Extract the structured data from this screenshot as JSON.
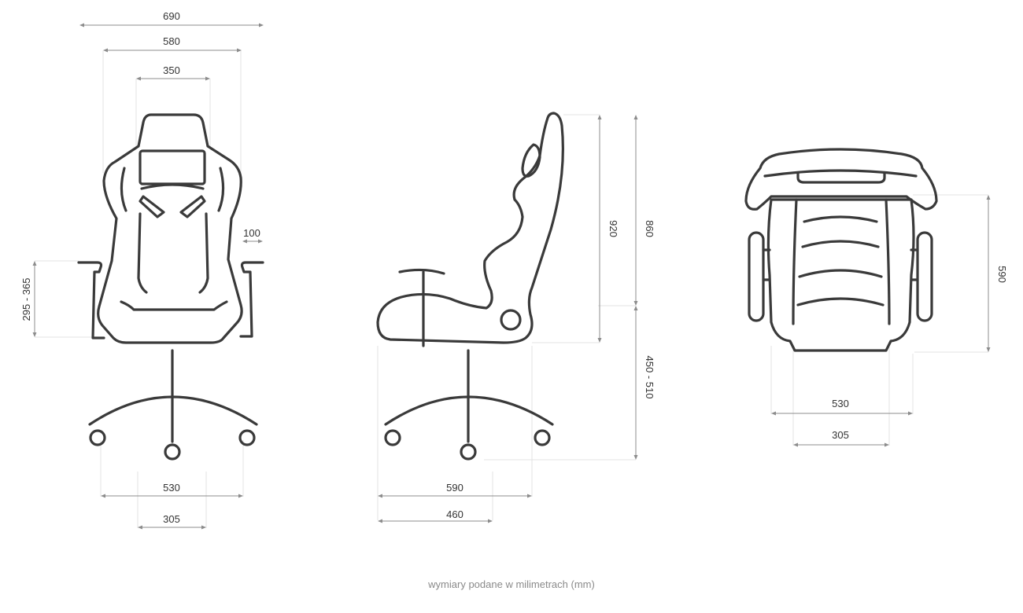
{
  "front_view": {
    "width_overall": "690",
    "width_seat": "580",
    "width_headrest": "350",
    "armrest_width": "100",
    "armrest_height": "295 - 365",
    "base_width": "530",
    "base_inner": "305"
  },
  "side_view": {
    "back_height": "920",
    "back_upper": "860",
    "seat_height": "450 - 510",
    "base_depth": "590",
    "seat_depth": "460"
  },
  "top_view": {
    "depth": "590",
    "base_width": "530",
    "base_inner": "305"
  },
  "caption": "wymiary podane w milimetrach (mm)"
}
